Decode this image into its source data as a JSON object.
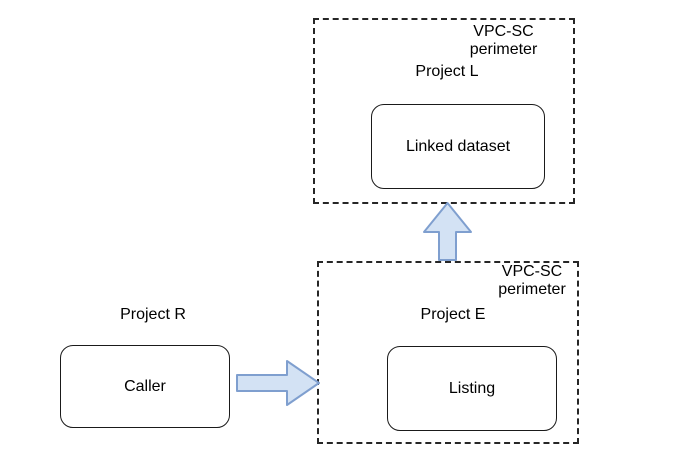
{
  "perimeters": {
    "top": {
      "title_line1": "VPC-SC",
      "title_line2": "perimeter",
      "project_label": "Project L",
      "node_label": "Linked dataset"
    },
    "bottom": {
      "title_line1": "VPC-SC",
      "title_line2": "perimeter",
      "project_label": "Project E",
      "node_label": "Listing"
    }
  },
  "external": {
    "project_label": "Project R",
    "node_label": "Caller"
  },
  "arrows": [
    {
      "name": "caller-to-listing",
      "direction": "right"
    },
    {
      "name": "listing-to-linked-dataset",
      "direction": "up"
    }
  ],
  "colors": {
    "arrow_fill": "#d3e2f4",
    "arrow_stroke": "#7f9fcf",
    "dashed_border": "#262626",
    "node_border": "#1a1a1a",
    "text": "#000000",
    "background": "#ffffff"
  }
}
